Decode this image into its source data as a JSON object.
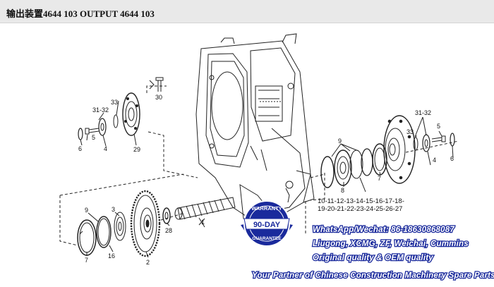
{
  "header": {
    "title": "输出装置4644 103    OUTPUT 4644 103"
  },
  "labels": {
    "l1": "1",
    "l2": "2",
    "l3": "3",
    "l4a": "4",
    "l4b": "4",
    "l5a": "5",
    "l5b": "5",
    "l6a": "6",
    "l6b": "6",
    "l7a": "7",
    "l7b": "7",
    "l8": "8",
    "l9a": "9",
    "l9b": "9",
    "l16": "16",
    "l28": "28",
    "l29": "29",
    "l30": "30",
    "l33a": "33",
    "l33b": "33",
    "l3132a": "31-32",
    "l3132b": "31-32",
    "range1": "10-11-12-13-14-15-16-17-18-",
    "range2": "19-20-21-22-23-24-25-26-27"
  },
  "badge": {
    "top": "WARRANTY",
    "main": "90-DAY",
    "bottom": "GUARANTEE"
  },
  "promo": {
    "line1": "WhatsApp/Wechat: 86-18630868087",
    "line2": "Liugong, XCMG, ZF, Weichai, Cummins",
    "line3": "Original quality & OEM quality",
    "line4": "Your Partner of Chinese Construction Machinery Spare Parts"
  },
  "colors": {
    "accent": "#1a2a9c",
    "header_bg": "#e9e9e9"
  }
}
